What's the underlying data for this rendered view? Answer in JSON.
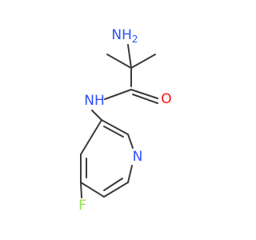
{
  "molecule": {
    "atoms": {
      "amine_nitrogen": {
        "label": "NH",
        "subscript": "2",
        "color": "#3050f8"
      },
      "amide_nitrogen": {
        "label": "NH",
        "color": "#3050f8"
      },
      "carbonyl_oxygen": {
        "label": "O",
        "color": "#ff0d0d"
      },
      "ring_nitrogen": {
        "label": "N",
        "color": "#3050f8"
      },
      "fluorine": {
        "label": "F",
        "color": "#90e050"
      }
    },
    "bond_color": "#3a3a3a"
  }
}
